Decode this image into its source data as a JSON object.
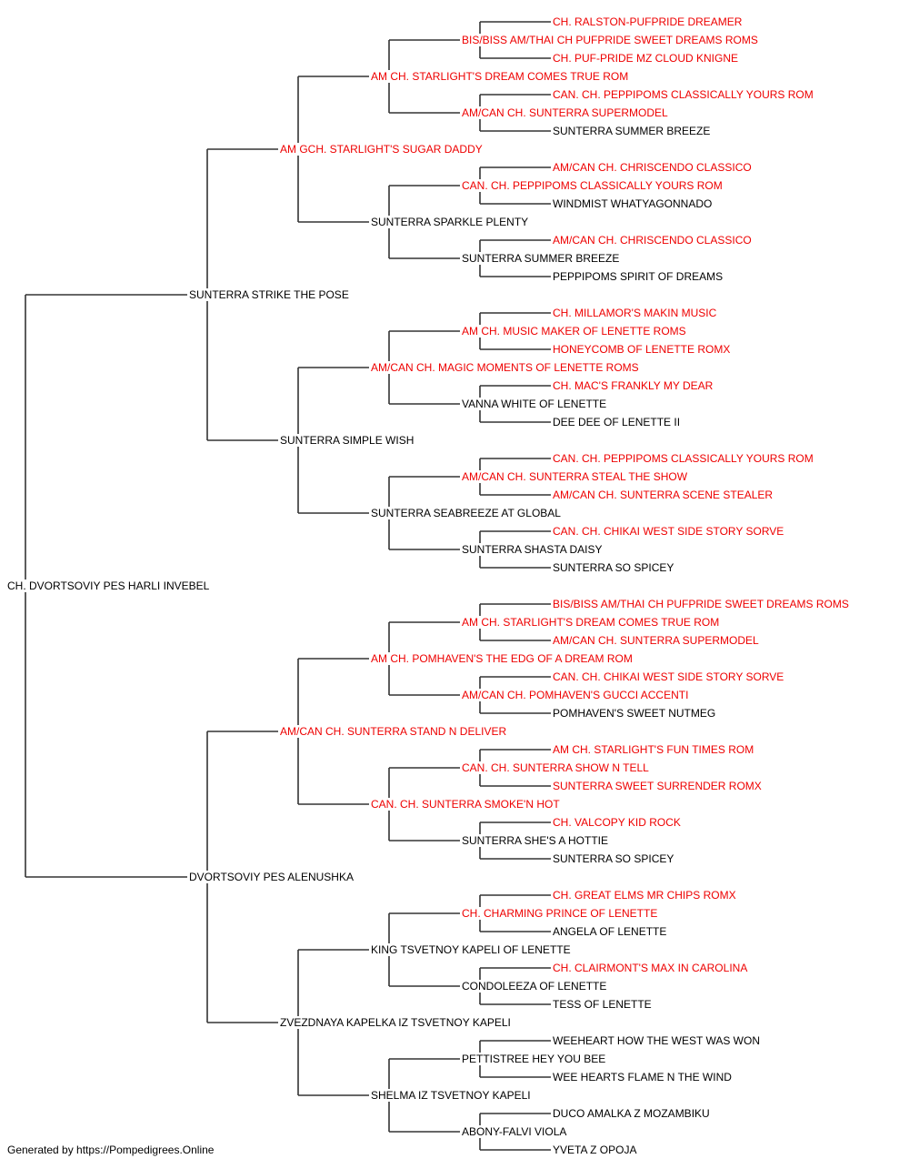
{
  "colors": {
    "champion": "#ee0000",
    "normal": "#000000",
    "line": "#333333"
  },
  "footer": "Generated by https://Pompedigrees.Online",
  "pedigree": {
    "name": "CH. DVORTSOVIY PES HARLI INVEBEL",
    "red": false,
    "sire": {
      "name": "SUNTERRA STRIKE THE POSE",
      "red": false,
      "sire": {
        "name": "AM GCH. STARLIGHT'S SUGAR DADDY",
        "red": true,
        "sire": {
          "name": "AM CH. STARLIGHT'S DREAM COMES TRUE ROM",
          "red": true,
          "sire": {
            "name": "BIS/BISS AM/THAI CH PUFPRIDE SWEET DREAMS ROMS",
            "red": true,
            "sire": {
              "name": "CH. RALSTON-PUFPRIDE DREAMER",
              "red": true
            },
            "dam": {
              "name": "CH. PUF-PRIDE MZ CLOUD KNIGNE",
              "red": true
            }
          },
          "dam": {
            "name": "AM/CAN CH. SUNTERRA SUPERMODEL",
            "red": true,
            "sire": {
              "name": "CAN. CH. PEPPIPOMS CLASSICALLY YOURS ROM",
              "red": true
            },
            "dam": {
              "name": "SUNTERRA SUMMER BREEZE",
              "red": false
            }
          }
        },
        "dam": {
          "name": "SUNTERRA SPARKLE PLENTY",
          "red": false,
          "sire": {
            "name": "CAN. CH. PEPPIPOMS CLASSICALLY YOURS ROM",
            "red": true,
            "sire": {
              "name": "AM/CAN CH. CHRISCENDO CLASSICO",
              "red": true
            },
            "dam": {
              "name": "WINDMIST WHATYAGONNADO",
              "red": false
            }
          },
          "dam": {
            "name": "SUNTERRA SUMMER BREEZE",
            "red": false,
            "sire": {
              "name": "AM/CAN CH. CHRISCENDO CLASSICO",
              "red": true
            },
            "dam": {
              "name": "PEPPIPOMS SPIRIT OF DREAMS",
              "red": false
            }
          }
        }
      },
      "dam": {
        "name": "SUNTERRA SIMPLE WISH",
        "red": false,
        "sire": {
          "name": "AM/CAN CH. MAGIC MOMENTS OF LENETTE ROMS",
          "red": true,
          "sire": {
            "name": "AM CH. MUSIC MAKER OF LENETTE ROMS",
            "red": true,
            "sire": {
              "name": "CH. MILLAMOR'S MAKIN MUSIC",
              "red": true
            },
            "dam": {
              "name": "HONEYCOMB OF LENETTE ROMX",
              "red": true
            }
          },
          "dam": {
            "name": "VANNA WHITE OF LENETTE",
            "red": false,
            "sire": {
              "name": "CH. MAC'S FRANKLY MY DEAR",
              "red": true
            },
            "dam": {
              "name": "DEE DEE OF LENETTE II",
              "red": false
            }
          }
        },
        "dam": {
          "name": "SUNTERRA SEABREEZE AT GLOBAL",
          "red": false,
          "sire": {
            "name": "AM/CAN CH. SUNTERRA STEAL THE SHOW",
            "red": true,
            "sire": {
              "name": "CAN. CH. PEPPIPOMS CLASSICALLY YOURS ROM",
              "red": true
            },
            "dam": {
              "name": "AM/CAN CH. SUNTERRA SCENE STEALER",
              "red": true
            }
          },
          "dam": {
            "name": "SUNTERRA SHASTA DAISY",
            "red": false,
            "sire": {
              "name": "CAN. CH. CHIKAI WEST SIDE STORY SORVE",
              "red": true
            },
            "dam": {
              "name": "SUNTERRA SO SPICEY",
              "red": false
            }
          }
        }
      }
    },
    "dam": {
      "name": "DVORTSOVIY PES ALENUSHKA",
      "red": false,
      "sire": {
        "name": "AM/CAN CH. SUNTERRA STAND N DELIVER",
        "red": true,
        "sire": {
          "name": "AM CH. POMHAVEN'S THE EDG OF A DREAM ROM",
          "red": true,
          "sire": {
            "name": "AM CH. STARLIGHT'S DREAM COMES TRUE ROM",
            "red": true,
            "sire": {
              "name": "BIS/BISS AM/THAI CH PUFPRIDE SWEET DREAMS ROMS",
              "red": true
            },
            "dam": {
              "name": "AM/CAN CH. SUNTERRA SUPERMODEL",
              "red": true
            }
          },
          "dam": {
            "name": "AM/CAN CH. POMHAVEN'S GUCCI ACCENTI",
            "red": true,
            "sire": {
              "name": "CAN. CH. CHIKAI WEST SIDE STORY SORVE",
              "red": true
            },
            "dam": {
              "name": "POMHAVEN'S SWEET NUTMEG",
              "red": false
            }
          }
        },
        "dam": {
          "name": "CAN. CH. SUNTERRA SMOKE'N HOT",
          "red": true,
          "sire": {
            "name": "CAN. CH. SUNTERRA SHOW N TELL",
            "red": true,
            "sire": {
              "name": "AM CH. STARLIGHT'S FUN TIMES ROM",
              "red": true
            },
            "dam": {
              "name": "SUNTERRA SWEET SURRENDER ROMX",
              "red": true
            }
          },
          "dam": {
            "name": "SUNTERRA SHE'S A HOTTIE",
            "red": false,
            "sire": {
              "name": "CH. VALCOPY KID ROCK",
              "red": true
            },
            "dam": {
              "name": "SUNTERRA SO SPICEY",
              "red": false
            }
          }
        }
      },
      "dam": {
        "name": "ZVEZDNAYA KAPELKA IZ TSVETNOY KAPELI",
        "red": false,
        "sire": {
          "name": "KING TSVETNOY KAPELI OF LENETTE",
          "red": false,
          "sire": {
            "name": "CH. CHARMING PRINCE OF LENETTE",
            "red": true,
            "sire": {
              "name": "CH. GREAT ELMS MR CHIPS ROMX",
              "red": true
            },
            "dam": {
              "name": "ANGELA OF LENETTE",
              "red": false
            }
          },
          "dam": {
            "name": "CONDOLEEZA OF LENETTE",
            "red": false,
            "sire": {
              "name": "CH. CLAIRMONT'S MAX IN CAROLINA",
              "red": true
            },
            "dam": {
              "name": "TESS OF LENETTE",
              "red": false
            }
          }
        },
        "dam": {
          "name": "SHELMA IZ TSVETNOY KAPELI",
          "red": false,
          "sire": {
            "name": "PETTISTREE HEY YOU BEE",
            "red": false,
            "sire": {
              "name": "WEEHEART HOW THE WEST WAS WON",
              "red": false
            },
            "dam": {
              "name": "WEE HEARTS FLAME N THE WIND",
              "red": false
            }
          },
          "dam": {
            "name": "ABONY-FALVI VIOLA",
            "red": false,
            "sire": {
              "name": "DUCO AMALKA Z MOZAMBIKU",
              "red": false
            },
            "dam": {
              "name": "YVETA Z OPOJA",
              "red": false
            }
          }
        }
      }
    }
  }
}
